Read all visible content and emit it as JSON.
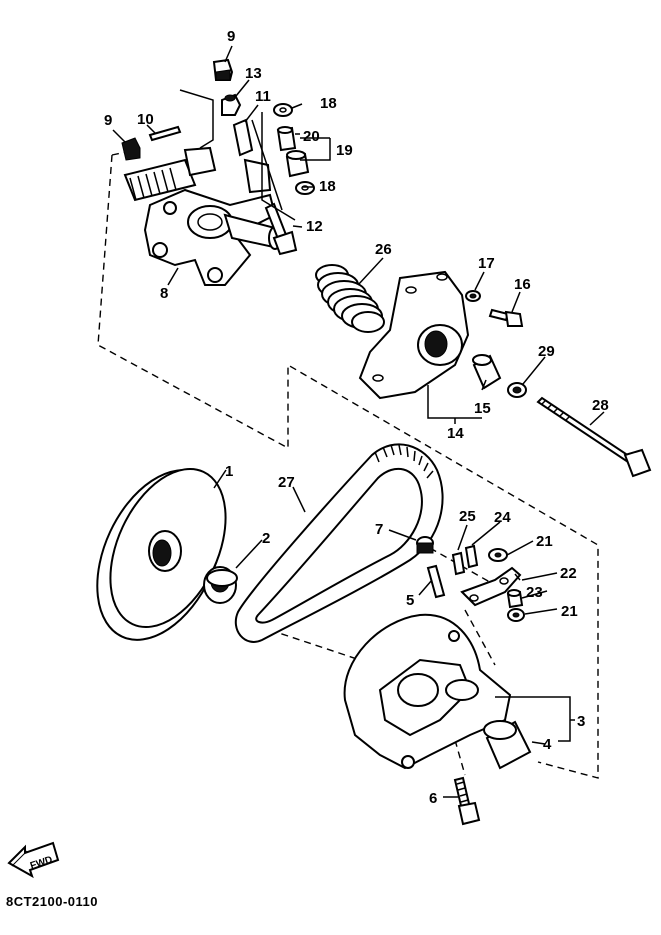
{
  "diagram_code": "8CT2100-0110",
  "fwd_label": "FWD",
  "callouts": {
    "p1": "1",
    "p2": "2",
    "p3": "3",
    "p4": "4",
    "p5": "5",
    "p6": "6",
    "p7": "7",
    "p8": "8",
    "p9a": "9",
    "p9b": "9",
    "p10": "10",
    "p11": "11",
    "p12": "12",
    "p13": "13",
    "p14": "14",
    "p15": "15",
    "p16": "16",
    "p17": "17",
    "p18a": "18",
    "p18b": "18",
    "p19": "19",
    "p20": "20",
    "p21a": "21",
    "p21b": "21",
    "p22": "22",
    "p23": "23",
    "p24": "24",
    "p25": "25",
    "p26": "26",
    "p27": "27",
    "p28": "28",
    "p29": "29"
  }
}
